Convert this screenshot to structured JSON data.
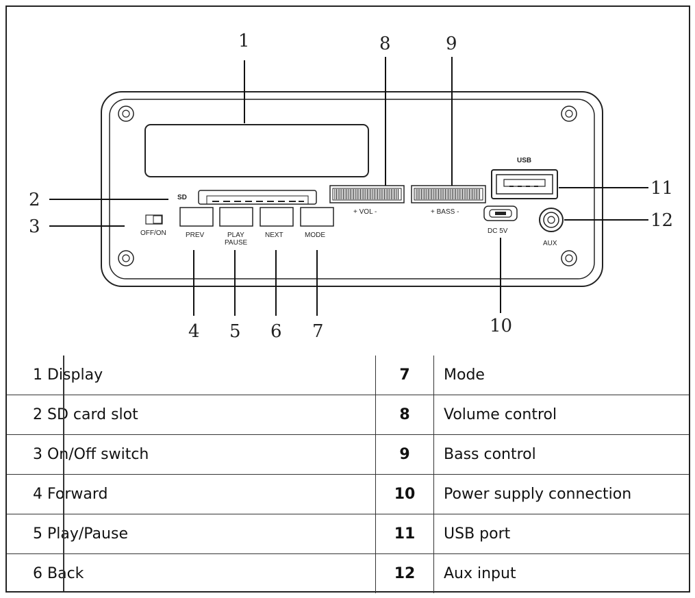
{
  "diagram": {
    "labels": {
      "sd": "SD",
      "off_on": "OFF/ON",
      "prev": "PREV",
      "play": "PLAY",
      "pause": "PAUSE",
      "next": "NEXT",
      "mode": "MODE",
      "vol": "+ VOL -",
      "bass": "+ BASS -",
      "usb": "USB",
      "dc5v": "DC 5V",
      "aux": "AUX"
    },
    "callouts": [
      "1",
      "2",
      "3",
      "4",
      "5",
      "6",
      "7",
      "8",
      "9",
      "10",
      "11",
      "12"
    ]
  },
  "legend": {
    "rows": [
      {
        "left": "1 Display",
        "num": "7",
        "right": "Mode"
      },
      {
        "left": "2 SD card slot",
        "num": "8",
        "right": "Volume control"
      },
      {
        "left": "3 On/Off switch",
        "num": "9",
        "right": "Bass control"
      },
      {
        "left": "4 Forward",
        "num": "10",
        "right": "Power supply connection"
      },
      {
        "left": "5 Play/Pause",
        "num": "11",
        "right": "USB port"
      },
      {
        "left": "6 Back",
        "num": "12",
        "right": "Aux input"
      }
    ]
  }
}
